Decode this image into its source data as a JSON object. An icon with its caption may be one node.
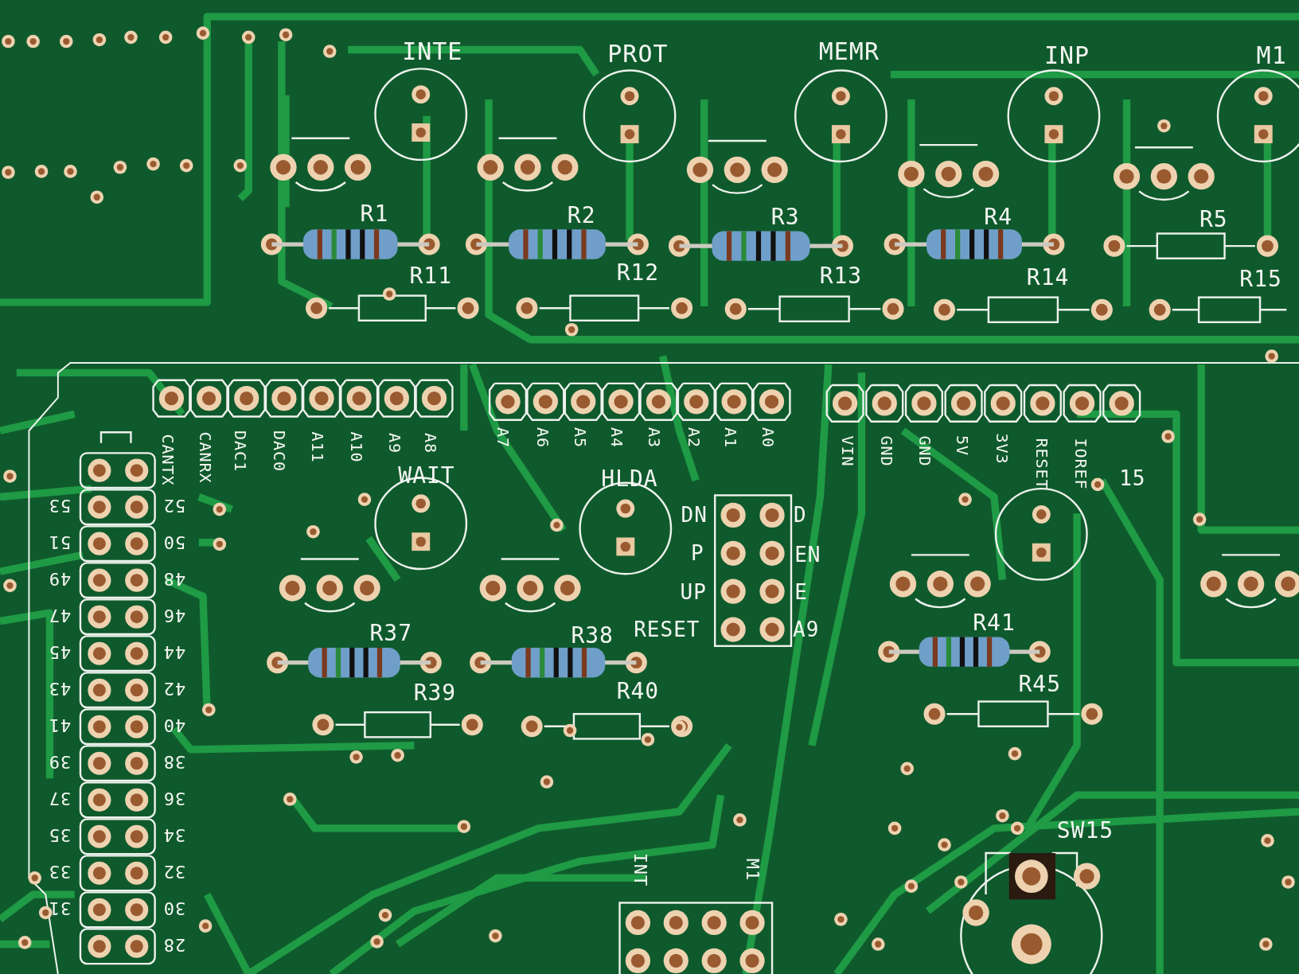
{
  "diagram": {
    "labels": [
      "INTE",
      "PROT",
      "MEMR",
      "INP",
      "M1",
      "R1",
      "R2",
      "R3",
      "R4",
      "R5",
      "R11",
      "R12",
      "R13",
      "R14",
      "R15",
      "CANTX",
      "CANRX",
      "DAC1",
      "DAC0",
      "A11",
      "A10",
      "A9",
      "A8",
      "A7",
      "A6",
      "A5",
      "A4",
      "A3",
      "A2",
      "A1",
      "A0",
      "VIN",
      "GND",
      "GND",
      "5V",
      "3V3",
      "RESET",
      "IOREF",
      "WAIT",
      "HLDA",
      "15",
      "DN",
      "D",
      "P",
      "EN",
      "UP",
      "E",
      "RESET",
      "A9",
      "53",
      "52",
      "51",
      "50",
      "49",
      "48",
      "47",
      "46",
      "45",
      "44",
      "43",
      "42",
      "41",
      "40",
      "39",
      "38",
      "37",
      "36",
      "35",
      "34",
      "33",
      "32",
      "31",
      "30",
      "28",
      "R37",
      "R38",
      "R41",
      "R39",
      "R40",
      "R45",
      "SW15",
      "INT",
      "M1"
    ]
  }
}
